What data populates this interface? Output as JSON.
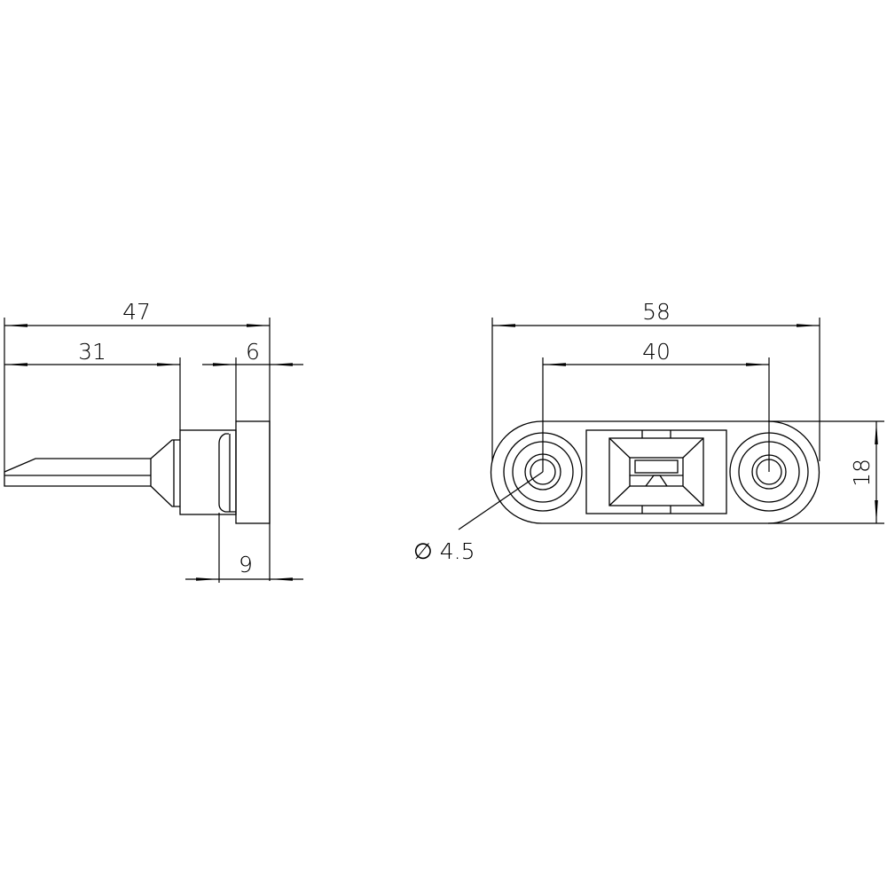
{
  "drawing": {
    "type": "technical-dimension-drawing",
    "units_implied": "mm",
    "background": "#ffffff",
    "line_color": "#000000"
  },
  "side_view": {
    "dimensions": {
      "overall_length": "47",
      "lever_length": "31",
      "flange_thickness": "6",
      "body_depth": "9"
    }
  },
  "front_view": {
    "dimensions": {
      "overall_width": "58",
      "hole_spacing": "40",
      "height": "18",
      "hole_diameter": "∅ 4.5"
    }
  }
}
